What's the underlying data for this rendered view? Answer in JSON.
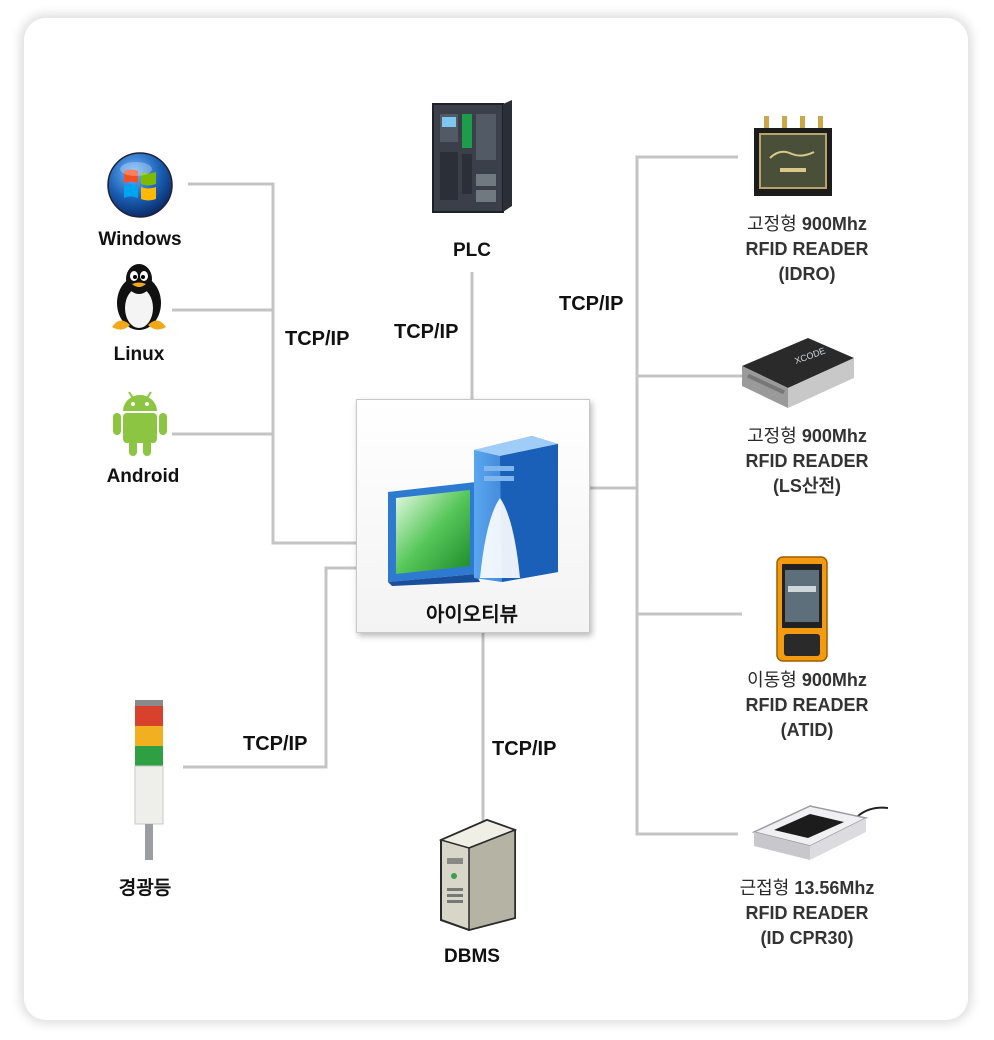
{
  "protocol_label": "TCP/IP",
  "hub": {
    "label": "아이오티뷰"
  },
  "plc": {
    "label": "PLC"
  },
  "dbms": {
    "label": "DBMS"
  },
  "light": {
    "label": "경광등"
  },
  "clients": [
    {
      "label": "Windows",
      "icon": "windows-icon"
    },
    {
      "label": "Linux",
      "icon": "linux-tux-icon"
    },
    {
      "label": "Android",
      "icon": "android-icon"
    }
  ],
  "readers": [
    {
      "type": "고정형",
      "freq": "900Mhz",
      "model": "RFID READER",
      "vendor": "(IDRO)"
    },
    {
      "type": "고정형",
      "freq": "900Mhz",
      "model": "RFID READER",
      "vendor": "(LS산전)"
    },
    {
      "type": "이동형",
      "freq": "900Mhz",
      "model": "RFID READER",
      "vendor": "(ATID)"
    },
    {
      "type": "근접형",
      "freq": "13.56Mhz",
      "model": "RFID READER",
      "vendor": "(ID CPR30)"
    }
  ],
  "colors": {
    "wire": "#c4c4c4",
    "hub_screen": "#34b634",
    "hub_tower": "#1f72c8"
  }
}
